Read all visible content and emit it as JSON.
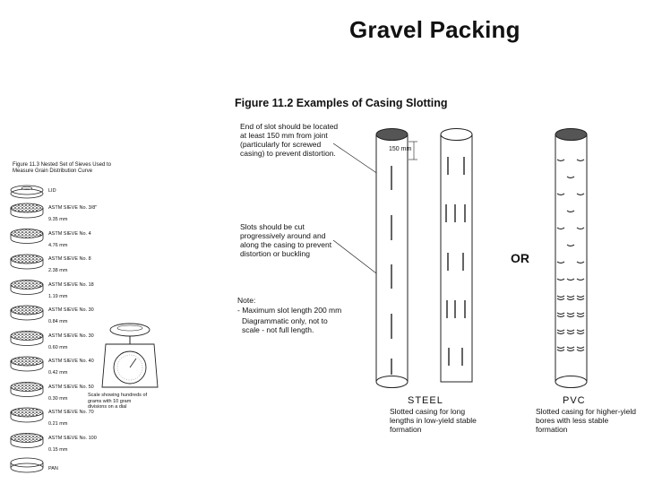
{
  "slide": {
    "title": "Gravel Packing"
  },
  "figure_left": {
    "title": "Figure 11.3   Nested Set of Sieves Used to Measure Grain Distribution Curve",
    "lid": "LID",
    "sieves": [
      {
        "name": "ASTM SIEVE No. 3/8\"",
        "size": "9.35 mm"
      },
      {
        "name": "ASTM SIEVE No. 4",
        "size": "4.76 mm"
      },
      {
        "name": "ASTM SIEVE No. 8",
        "size": "2.38 mm"
      },
      {
        "name": "ASTM SIEVE No. 18",
        "size": "1.19 mm"
      },
      {
        "name": "ASTM SIEVE No. 30",
        "size": "0.84 mm"
      },
      {
        "name": "ASTM SIEVE No. 30",
        "size": "0.60 mm"
      },
      {
        "name": "ASTM SIEVE No. 40",
        "size": "0.42 mm"
      },
      {
        "name": "ASTM SIEVE No. 50",
        "size": "0.30 mm"
      },
      {
        "name": "ASTM SIEVE No. 70",
        "size": "0.21 mm"
      },
      {
        "name": "ASTM SIEVE No. 100",
        "size": "0.15 mm"
      }
    ],
    "pan": "PAN",
    "scale_note": "Scale showing hundreds of grams with 10 gram divisions on a dial"
  },
  "figure_right": {
    "title": "Figure 11.2    Examples of Casing Slotting",
    "note_end": "End of slot should be located at least 150 mm from joint (particularly for screwed casing) to prevent distortion.",
    "note_slots": "Slots should be cut progressively around and along the casing to prevent distortion or buckling",
    "note_heading": "Note:",
    "note_max": "- Maximum slot length 200 mm",
    "note_diagram": "Diagrammatic only, not to scale - not full length.",
    "dim_label": "150 mm",
    "or_label": "OR",
    "steel_label": "STEEL",
    "steel_desc": "Slotted casing for long lengths in low-yield stable formation",
    "pvc_label": "PVC",
    "pvc_desc": "Slotted casing for higher-yield bores with less stable formation"
  }
}
